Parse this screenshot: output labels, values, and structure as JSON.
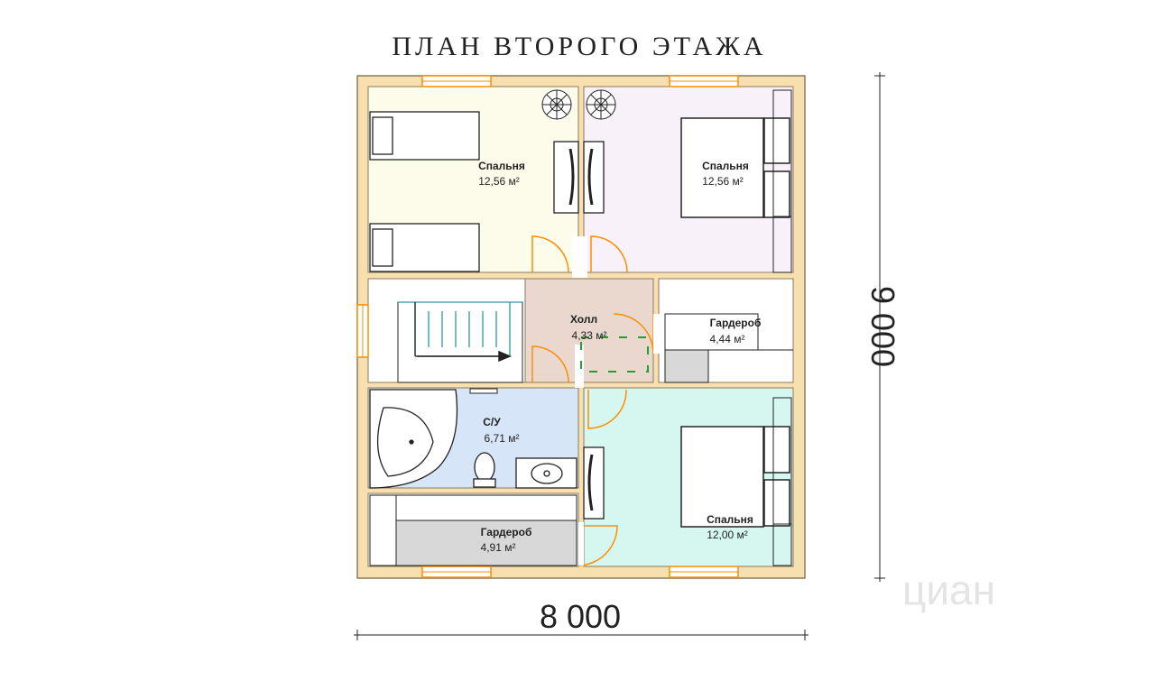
{
  "title": "ПЛАН ВТОРОГО ЭТАЖА",
  "dimensions": {
    "width": "8 000",
    "height": "9 000"
  },
  "rooms": [
    {
      "id": "bedroom-1",
      "name": "Спальня",
      "area": "12,56 м²",
      "color": "#fdfbea"
    },
    {
      "id": "bedroom-2",
      "name": "Спальня",
      "area": "12,56 м²",
      "color": "#f9f1fa"
    },
    {
      "id": "hall",
      "name": "Холл",
      "area": "4,33 м²",
      "color": "#ead8cf"
    },
    {
      "id": "wardrobe-1",
      "name": "Гардероб",
      "area": "4,44 м²",
      "color": "#ffffff"
    },
    {
      "id": "bathroom",
      "name": "С/У",
      "area": "6,71 м²",
      "color": "#d7e5f8"
    },
    {
      "id": "bedroom-3",
      "name": "Спальня",
      "area": "12,00 м²",
      "color": "#d6f7f0"
    },
    {
      "id": "wardrobe-2",
      "name": "Гардероб",
      "area": "4,91 м²",
      "color": "#ffffff"
    }
  ],
  "watermark": "циан",
  "colors": {
    "wall": "#f8dfb0",
    "wall_line": "#8a7a5a",
    "door": "#ff8c00",
    "stairs": "#2a9aa0",
    "hatch": "#1aa32e"
  }
}
